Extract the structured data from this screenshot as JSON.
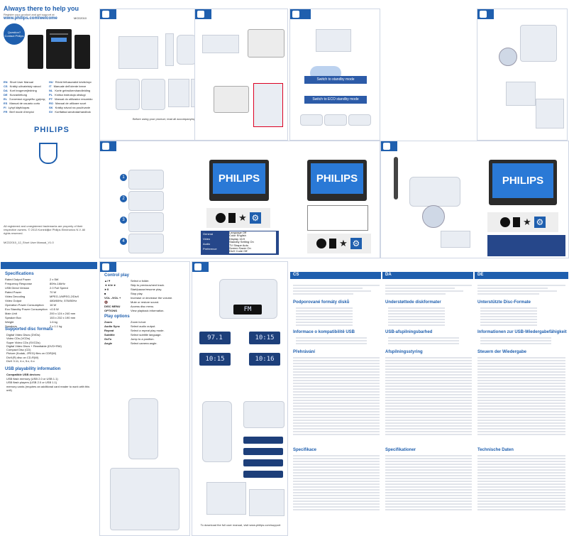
{
  "cover": {
    "headline": "Always there to help you",
    "register_line": "Register your product and get support at",
    "url": "www.philips.com/welcome",
    "model": "MCD2010",
    "badge": "Question? Contact Philips",
    "languages": [
      [
        "EN",
        "Short User Manual"
      ],
      [
        "CS",
        "Krátký uživatelský návod"
      ],
      [
        "DA",
        "Kort brugervejledning"
      ],
      [
        "DE",
        "Kurzanleitung"
      ],
      [
        "EL",
        "Συνοπτικό εγχειρίδιο χρήσης"
      ],
      [
        "ES",
        "Manual de usuario corto"
      ],
      [
        "FI",
        "Lyhyt käyttöopas"
      ],
      [
        "FR",
        "Bref mode d'emploi"
      ]
    ],
    "languages2": [
      [
        "HU",
        "Rövid felhasználói kézikönyv"
      ],
      [
        "IT",
        "Manuale dell'utente breve"
      ],
      [
        "NL",
        "Korte gebruikershandleiding"
      ],
      [
        "PL",
        "Krótka instrukcja obsługi"
      ],
      [
        "PT",
        "Manual do utilizador resumido"
      ],
      [
        "RO",
        "Manual de utilizare scurt"
      ],
      [
        "SK",
        "Krátky návod na používanie"
      ],
      [
        "SV",
        "Kortfattad användarhandbok"
      ]
    ],
    "brand": "PHILIPS",
    "legal": "All registered and unregistered trademarks are property of their respective owners. © 2013 Koninklijke Philips Electronics N.V. All rights reserved.",
    "docref": "MCD2010_12_Short User Manual_V1.0"
  },
  "panel2": {
    "caption": "Before using your product, read all accompanying safety information."
  },
  "panel4": {
    "mode1": "Switch to standby mode",
    "mode2": "Switch to ECO standby mode"
  },
  "tv": {
    "brand": "PHILIPS"
  },
  "menu": {
    "items": [
      "General",
      "Video",
      "Audio",
      "Preference"
    ],
    "left_labels": [
      "Language",
      "Color",
      "Display",
      "Standby Setting",
      "TV Shape",
      "Screen Saver",
      "DivX Code"
    ],
    "right_labels": [
      "Off",
      "English",
      "16:9",
      "On",
      "Auto",
      "On",
      "Off"
    ]
  },
  "specs_panel": {
    "title": "Specifications",
    "rows": [
      [
        "Rated Output Power",
        "2 x 5W"
      ],
      [
        "Frequency Response",
        "80Hz-16kHz"
      ],
      [
        "USB Direct Version",
        "2.0 Full Speed"
      ],
      [
        "Rated Power",
        "70 W"
      ],
      [
        "Video Decoding",
        "MPEG-1/MPEG-2/DivX"
      ],
      [
        "Video Output",
        "480i/60Hz, 576i/50Hz"
      ],
      [
        "Operation Power Consumption",
        "16 W"
      ],
      [
        "Eco Standby Power Consumption",
        "<0.5 W"
      ],
      [
        "Main Unit",
        "200 x 124 x 240 mm"
      ],
      [
        "Speaker Box",
        "153 x 232 x 190 mm"
      ],
      [
        "Weight",
        "1.6 kg"
      ],
      [
        "Speakers",
        "2 x 1.1 kg"
      ]
    ],
    "formats_title": "Supported disc formats",
    "formats": [
      "Digital Video Discs (DVDs)",
      "Video CDs (VCDs)",
      "Super Video CDs (SVCDs)",
      "Digital Video Discs + Rewritable (DVD+RW)",
      "Compact Disc (CD)",
      "Picture (Kodak, JPEG) files on CDR(W)",
      "DivX(R) disc on CD-R(W)",
      "DivX 3.11, 4.x, 5.x, 6.x"
    ],
    "usb_title": "USB playability information",
    "usb_sub": "Compatible USB devices:",
    "usb_items": [
      "USB flash memory (USB 2.0 or USB 1.1)",
      "USB flash players (USB 2.0 or USB 1.1)",
      "memory cards (requires an additional card reader to work with this unit)"
    ]
  },
  "control": {
    "title": "Control play",
    "rows": [
      [
        "▲/▼",
        "Select a folder."
      ],
      [
        "◄◄/►►",
        "Skip to previous/next track."
      ],
      [
        "►II",
        "Start/pause/resume play."
      ],
      [
        "■",
        "Stop play."
      ],
      [
        "VOL -/VOL +",
        "Increase or decrease the volume."
      ],
      [
        "🔇",
        "Mute or restore sound."
      ],
      [
        "DISC MENU",
        "Access disc menu."
      ],
      [
        "OPTIONS",
        "View playback information."
      ]
    ],
    "play_title": "Play options",
    "play_rows": [
      [
        "Zoom",
        "Zoom in/out."
      ],
      [
        "Audio Sync",
        "Select audio output."
      ],
      [
        "Repeat",
        "Select a repeat play mode."
      ],
      [
        "Subtitle",
        "Select subtitle language."
      ],
      [
        "GoTo",
        "Jump to a position."
      ],
      [
        "Angle",
        "Select camera angle."
      ]
    ]
  },
  "display": {
    "lcd1": "97.1",
    "lcd2": "10:15",
    "lcd3": "10:15",
    "lcd4": "10:16",
    "fm": "FM"
  },
  "cs": {
    "lang": "CS",
    "title": "Podporované formáty disků",
    "usb_title": "Informace o kompatibilitě USB",
    "control_title": "Přehrávání",
    "spec_title": "Specifikace"
  },
  "da": {
    "lang": "DA",
    "title": "Understøttede diskformater",
    "usb_title": "USB-afspilningsbarhed",
    "control_title": "Afspilningsstyring",
    "spec_title": "Specifikationer"
  },
  "de": {
    "lang": "DE",
    "title": "Unterstützte Disc-Formate",
    "usb_title": "Informationen zur USB-Wiedergabefähigkeit",
    "control_title": "Steuern der Wiedergabe",
    "spec_title": "Technische Daten"
  },
  "bottom_caption": "To download the full user manual, visit www.philips.com/support"
}
